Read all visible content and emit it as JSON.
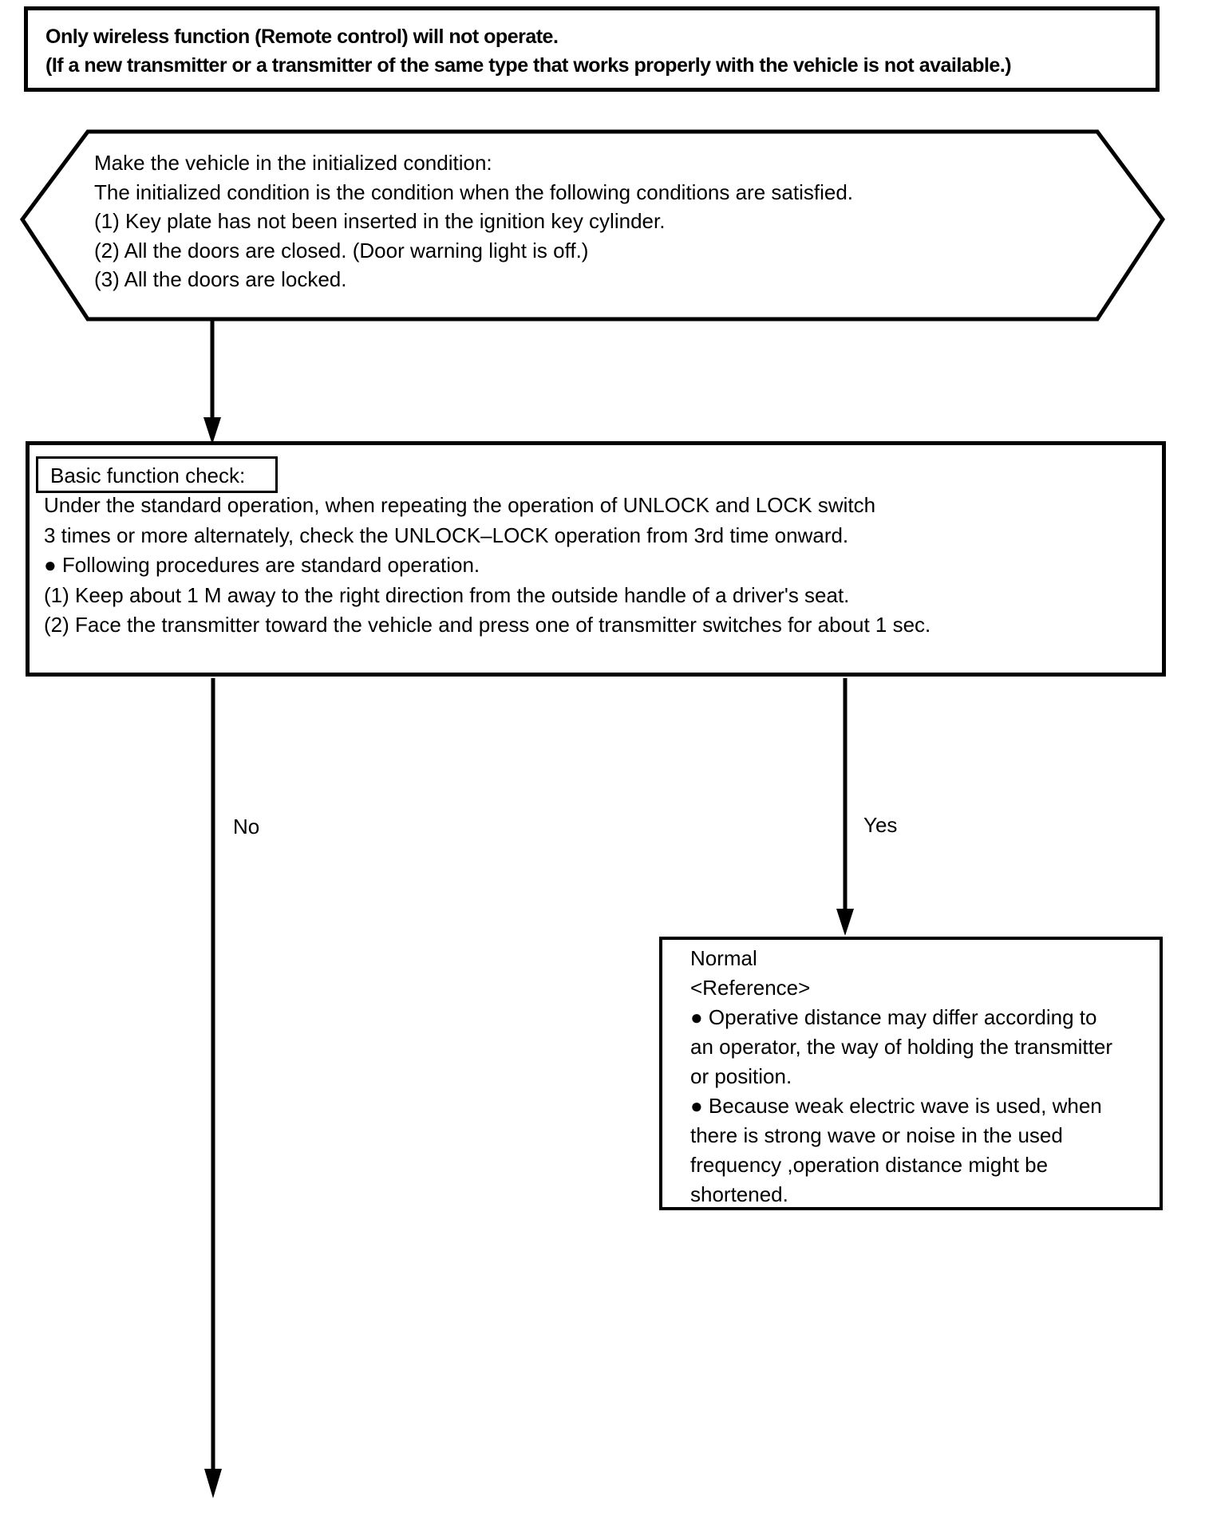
{
  "title_box": {
    "line1": "Only wireless function (Remote control) will not operate.",
    "line2": "(If a new transmitter or a transmitter of the same type that works properly with the vehicle is not available.)"
  },
  "init_hexagon": {
    "lines": [
      "Make the vehicle in the initialized condition:",
      "The initialized condition is the condition when the following conditions are satisfied.",
      "(1) Key plate has not been inserted in the ignition key cylinder.",
      "(2) All the doors are closed. (Door warning light is off.)",
      "(3) All the doors are locked."
    ]
  },
  "basic_check": {
    "label": "Basic function check:",
    "lines": [
      "Under the standard operation, when repeating the operation of UNLOCK and LOCK switch",
      "3 times or more alternately, check the UNLOCK–LOCK operation from 3rd time onward.",
      "● Following procedures are standard operation.",
      "(1) Keep about 1 M away to the right direction from the outside handle of a driver's seat.",
      "(2) Face the transmitter toward the vehicle and press one of transmitter switches for about 1 sec."
    ]
  },
  "branches": {
    "no": "No",
    "yes": "Yes"
  },
  "normal_box": {
    "lines": [
      "Normal",
      "<Reference>",
      "● Operative distance may differ according to",
      "an operator, the way of holding the transmitter",
      "or position.",
      "● Because weak electric wave is used, when",
      "there is strong wave or noise in the used",
      "frequency ,operation distance might be",
      "shortened."
    ]
  },
  "colors": {
    "ink": "#000000",
    "paper": "#ffffff"
  }
}
